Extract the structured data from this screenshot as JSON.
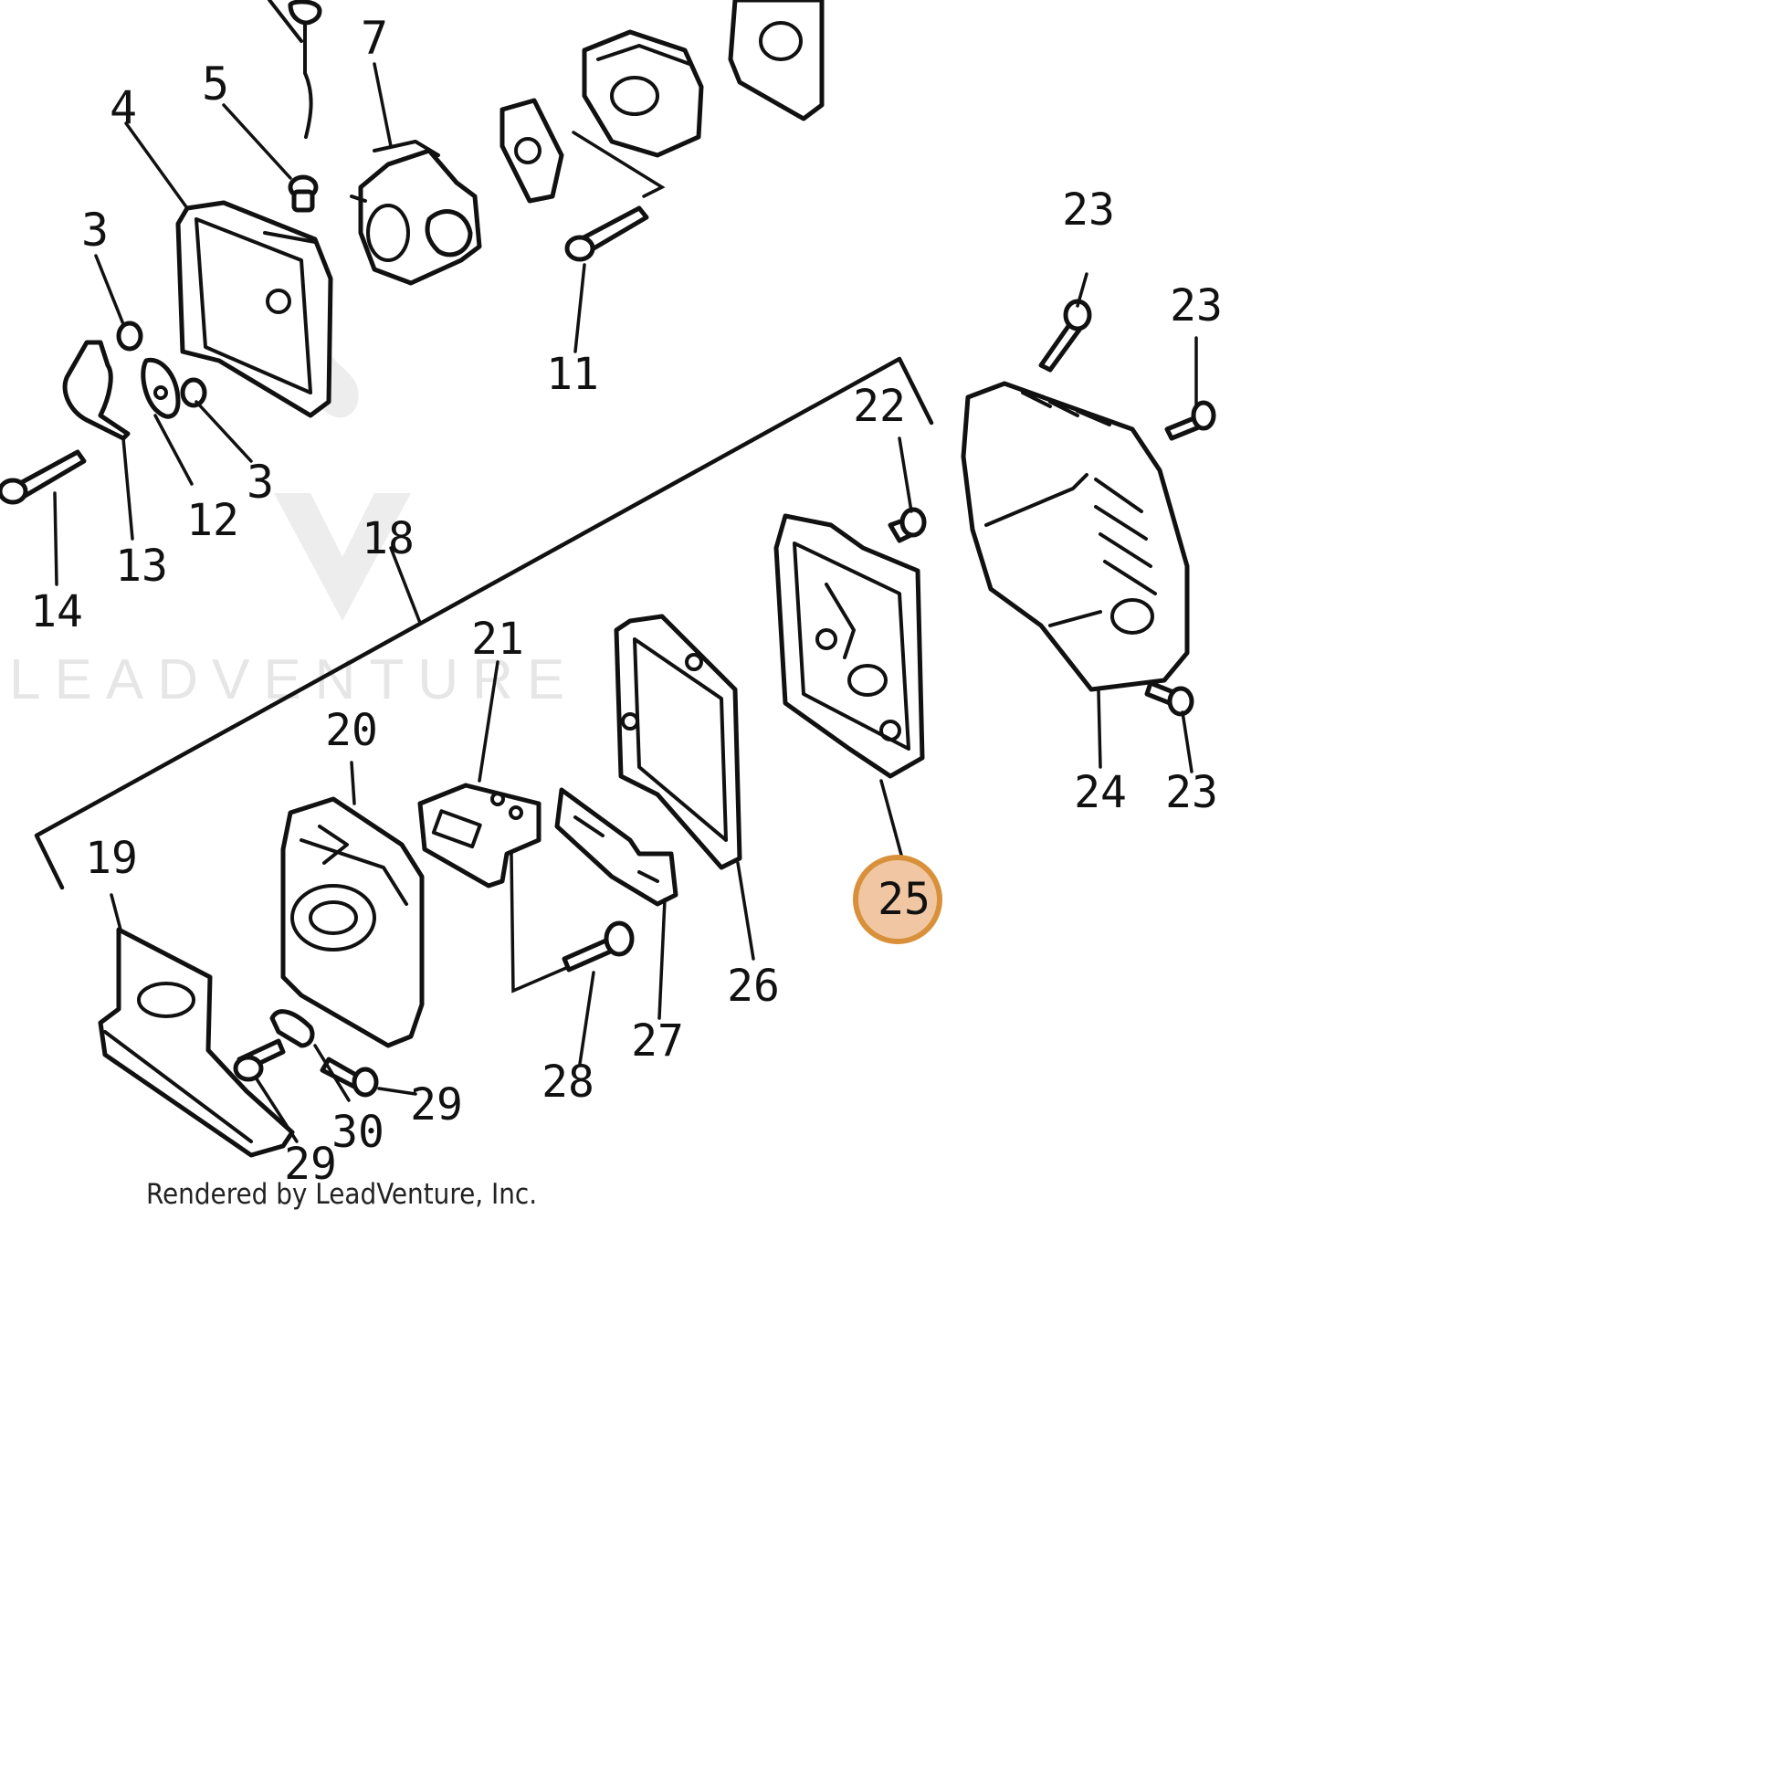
{
  "diagram": {
    "callouts": {
      "c3a": "3",
      "c3b": "3",
      "c4": "4",
      "c5": "5",
      "c7": "7",
      "c11": "11",
      "c12": "12",
      "c13": "13",
      "c14": "14",
      "c18": "18",
      "c19": "19",
      "c20": "20",
      "c21": "21",
      "c22": "22",
      "c23a": "23",
      "c23b": "23",
      "c23c": "23",
      "c24": "24",
      "c25": "25",
      "c26": "26",
      "c27": "27",
      "c28": "28",
      "c29a": "29",
      "c29b": "29",
      "c30": "30"
    },
    "highlighted_callout": "25",
    "highlight_color": "#f0c7a2",
    "highlight_border_color": "#d9903a"
  },
  "watermark": {
    "text": "LEADVENTURE",
    "color": "#e6e6e6"
  },
  "credit": "Rendered by LeadVenture, Inc."
}
